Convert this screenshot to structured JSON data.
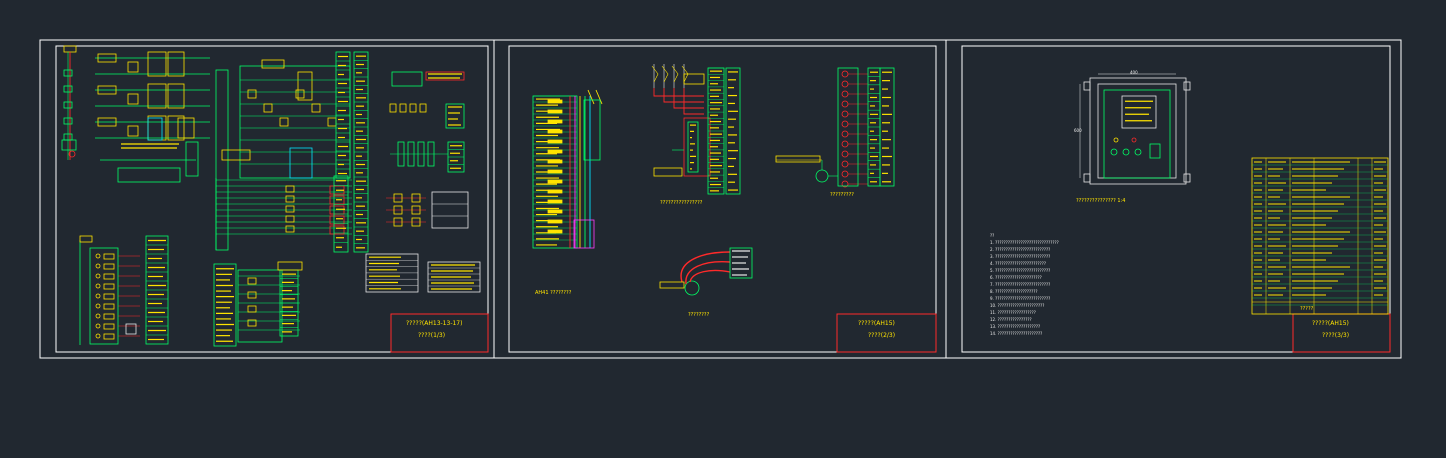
{
  "colors": {
    "background": "#212830",
    "frame": "#ffffff",
    "title_block": "#ff2a2a",
    "wire_green": "#00ff66",
    "wire_yellow": "#ffe400",
    "wire_cyan": "#00e5ff",
    "wire_red": "#ff2a2a",
    "wire_magenta": "#ff3cff",
    "text_white": "#e8e8e8"
  },
  "sheets": [
    {
      "id": "sheet1",
      "title_block": {
        "line1": "?????(AH13-13-17)",
        "line2": "????(1/3)"
      }
    },
    {
      "id": "sheet2",
      "title_block": {
        "line1": "?????(AH15)",
        "line2": "????(2/3)"
      },
      "captions": [
        "AH41 ????????",
        "????????????????",
        "?????????",
        "????????"
      ]
    },
    {
      "id": "sheet3",
      "title_block": {
        "line1": "?????(AH15)",
        "line2": "????(3/3)"
      },
      "captions": [
        "??????????????? 1:4"
      ],
      "dimensions": [
        "400",
        "600"
      ],
      "notes_title": "??",
      "notes": [
        "1. ??????????????????????????????",
        "2. ??????????????????????????",
        "3. ??????????????????????????",
        "4. ????????????????????????",
        "5. ??????????????????????????",
        "6. ??????????????????????",
        "7. ??????????????????????????",
        "8. ????????????????????",
        "9. ??????????????????????????",
        "10. ??????????????????????",
        "11. ??????????????????",
        "12. ????????????????",
        "13. ????????????????????",
        "14. ?????????????????????"
      ],
      "bom_footer": "?????"
    }
  ]
}
